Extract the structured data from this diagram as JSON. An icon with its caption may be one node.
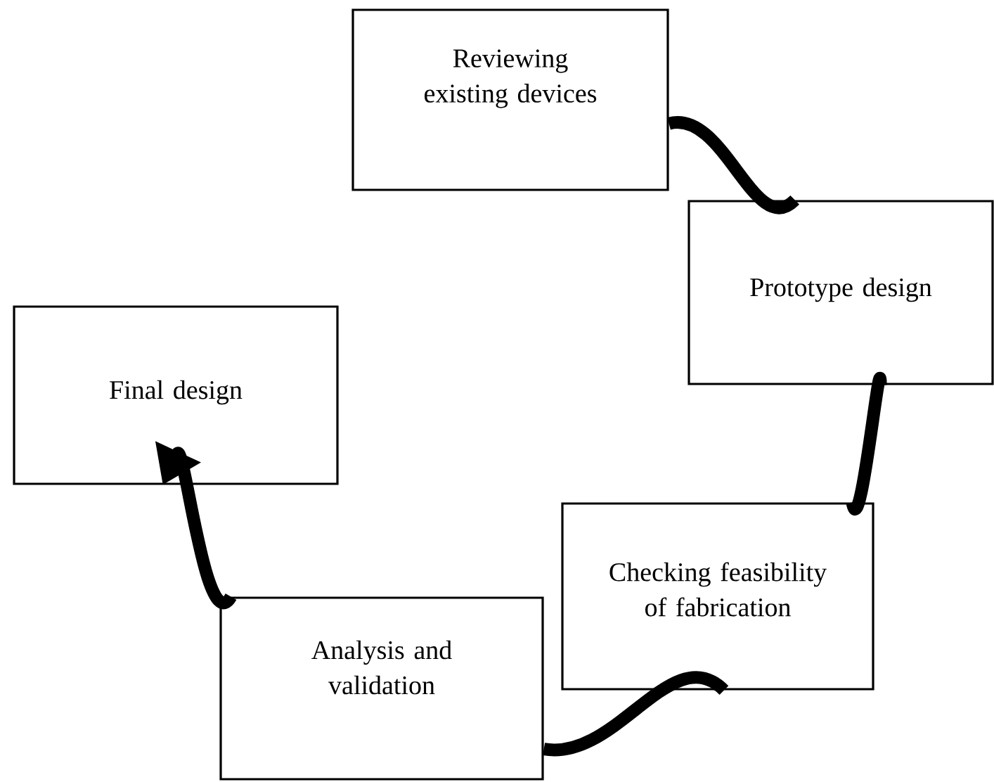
{
  "diagram": {
    "nodes": [
      {
        "text": [
          "Reviewing existing devices"
        ]
      },
      {
        "text": [
          "Prototype design"
        ]
      },
      {
        "text": [
          "Checking feasibility of fabrication"
        ]
      },
      {
        "text": [
          "Analysis and validation"
        ]
      },
      {
        "text": [
          "Final design"
        ]
      }
    ],
    "edges": [
      {
        "from": 0,
        "to": 1,
        "arrow": "none"
      },
      {
        "from": 1,
        "to": 2,
        "arrow": "none"
      },
      {
        "from": 2,
        "to": 3,
        "arrow": "none"
      },
      {
        "from": 3,
        "to": 4,
        "arrow": "to"
      }
    ]
  }
}
